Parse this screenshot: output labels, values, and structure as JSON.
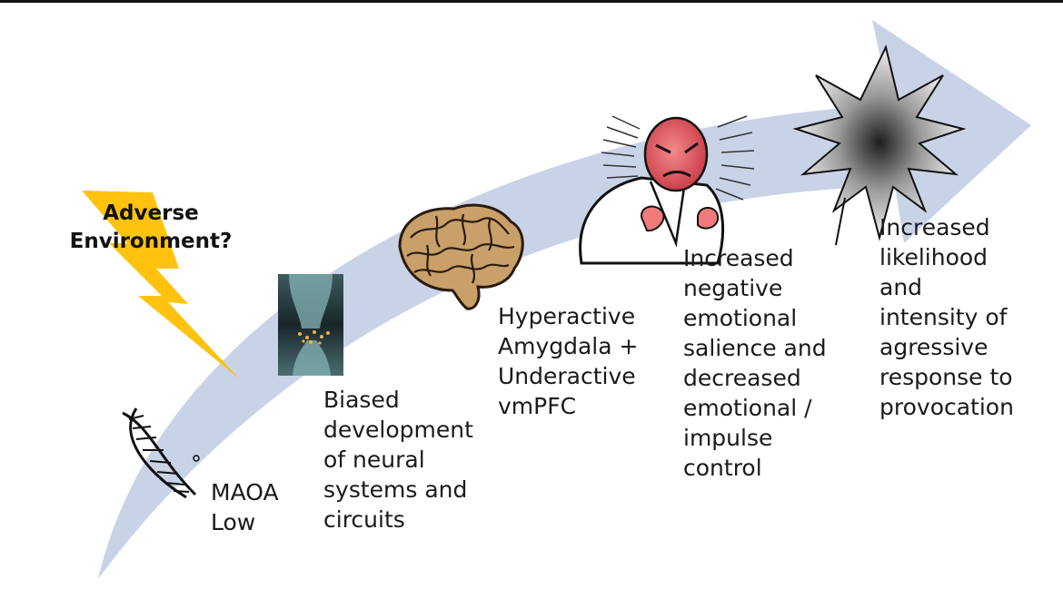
{
  "colors": {
    "arrow": "#c9d3e8",
    "lightning": "#ffc20e",
    "text": "#1a1a1a"
  },
  "icons": [
    "dna-helix-icon",
    "synapse-icon",
    "brain-icon",
    "angry-man-icon",
    "explosion-star-icon",
    "lightning-bolt-icon"
  ],
  "adverse": {
    "line1": "Adverse",
    "line2": "Environment?"
  },
  "stages": [
    {
      "lines": [
        "MAOA",
        "Low"
      ]
    },
    {
      "lines": [
        "Biased",
        "development",
        "of neural",
        "systems and",
        "circuits"
      ]
    },
    {
      "lines": [
        "Hyperactive",
        "Amygdala +",
        "Underactive",
        "vmPFC"
      ]
    },
    {
      "lines": [
        "Increased",
        "negative",
        "emotional",
        "salience and",
        "decreased",
        "emotional /",
        "impulse",
        "control"
      ]
    },
    {
      "lines": [
        "Increased",
        "likelihood",
        "and",
        "intensity of",
        "agressive",
        "response to",
        "provocation"
      ]
    }
  ]
}
